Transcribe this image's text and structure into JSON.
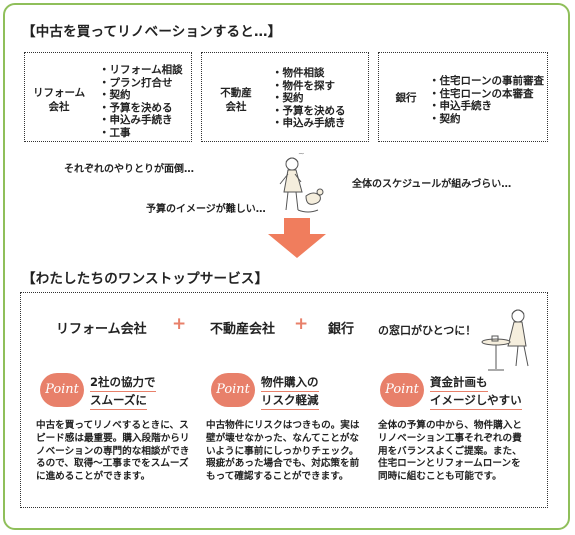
{
  "header_top": "【中古を買ってリノベーションすると…】",
  "boxes": [
    {
      "label": "リフォーム\n会社",
      "items": [
        "リフォーム相談",
        "プラン打合せ",
        "契約",
        "予算を決める",
        "申込み手続き",
        "工事"
      ]
    },
    {
      "label": "不動産\n会社",
      "items": [
        "物件相談",
        "物件を探す",
        "契約",
        "予算を決める",
        "申込み手続き"
      ]
    },
    {
      "label": "銀行",
      "items": [
        "住宅ローンの事前審査",
        "住宅ローンの本審査",
        "申込手続き",
        "契約"
      ]
    }
  ],
  "notes": {
    "left": "それぞれのやりとりが面倒…",
    "middle": "予算のイメージが難しい…",
    "right": "全体のスケジュールが組みづらい…"
  },
  "header_bottom": "【わたしたちのワンストップサービス】",
  "service": {
    "reform": "リフォーム会社",
    "plus": "+",
    "realestate": "不動産会社",
    "bank": "銀行",
    "suffix": "の窓口がひとつに！"
  },
  "points": [
    {
      "badge": "Point",
      "title1": "2社の協力で",
      "title2": "スムーズに",
      "body": "中古を買ってリノベするときに、スピード感は最重要。購入段階からリノベーションの専門的な相談ができるので、取得～工事までをスムーズに進めることができます。"
    },
    {
      "badge": "Point",
      "title1": "物件購入の",
      "title2": "リスク軽減",
      "body": "中古物件にリスクはつきもの。実は壁が壊せなかった、なんてことがないように事前にしっかりチェック。瑕疵があった場合でも、対応策を前もって確認することができます。"
    },
    {
      "badge": "Point",
      "title1": "資金計画も",
      "title2": "イメージしやすい",
      "body": "全体の予算の中から、物件購入とリノベーション工事それぞれの費用をバランスよくご提案。また、住宅ローンとリフォームローンを同時に組むことも可能です。"
    }
  ],
  "colors": {
    "frame": "#8fbf5a",
    "accent": "#e8806a",
    "arrow": "#f07d5d"
  }
}
